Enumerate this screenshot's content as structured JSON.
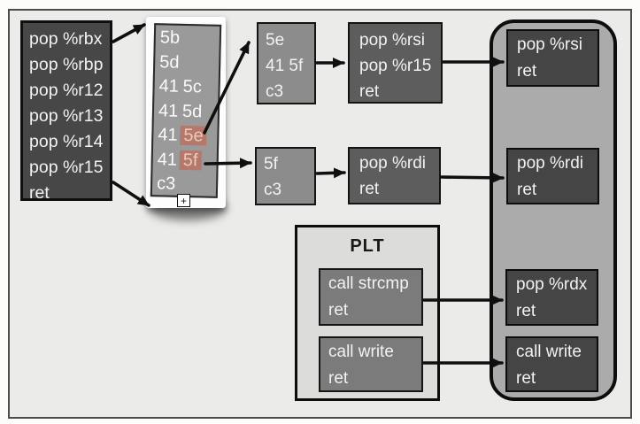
{
  "colors": {
    "slide_bg": "#ebebe9",
    "box_dark": "#474747",
    "box_mid": "#5d5d5d",
    "box_byte_gray": "#8c8c8c",
    "plt_inner_box": "#7b7b7b",
    "plt_panel": "#dcdcda",
    "chain_panel": "#ababab",
    "magnifier_bg": "#9a9a9a",
    "highlight_bg": "#b5796b",
    "highlight_text": "#ecc9bb",
    "arrow": "#0f0f0f",
    "text_light": "#f2f2f2"
  },
  "left_box": {
    "lines": [
      "pop %rbx",
      "pop %rbp",
      "pop %r12",
      "pop %r13",
      "pop %r14",
      "pop %r15",
      "ret"
    ]
  },
  "magnifier": {
    "rows": [
      {
        "prefix": "",
        "text": "5b",
        "hl": ""
      },
      {
        "prefix": "",
        "text": "5d",
        "hl": ""
      },
      {
        "prefix": "41",
        "text": "5c",
        "hl": ""
      },
      {
        "prefix": "41",
        "text": "5d",
        "hl": ""
      },
      {
        "prefix": "41",
        "text": "",
        "hl": "5e"
      },
      {
        "prefix": "41",
        "text": "",
        "hl": "5f"
      },
      {
        "prefix": "",
        "text": "c3",
        "hl": ""
      }
    ],
    "cursor_glyph": "+"
  },
  "gadget_5e_box": {
    "lines": [
      "5e",
      "41 5f",
      "c3"
    ]
  },
  "rsi_gadget_box": {
    "lines": [
      "pop %rsi",
      "pop %r15",
      "ret"
    ]
  },
  "gadget_5f_box": {
    "lines": [
      "5f",
      "c3"
    ]
  },
  "rdi_gadget_box": {
    "lines": [
      "pop %rdi",
      "ret"
    ]
  },
  "plt": {
    "title": "PLT",
    "strcmp_box": {
      "lines": [
        "call strcmp",
        "ret"
      ]
    },
    "write_box": {
      "lines": [
        "call write",
        "ret"
      ]
    }
  },
  "chain": {
    "rsi_box": {
      "lines": [
        "pop %rsi",
        "ret"
      ]
    },
    "rdi_box": {
      "lines": [
        "pop %rdi",
        "ret"
      ]
    },
    "rdx_box": {
      "lines": [
        "pop %rdx",
        "ret"
      ]
    },
    "write_box": {
      "lines": [
        "call write",
        "ret"
      ]
    }
  }
}
